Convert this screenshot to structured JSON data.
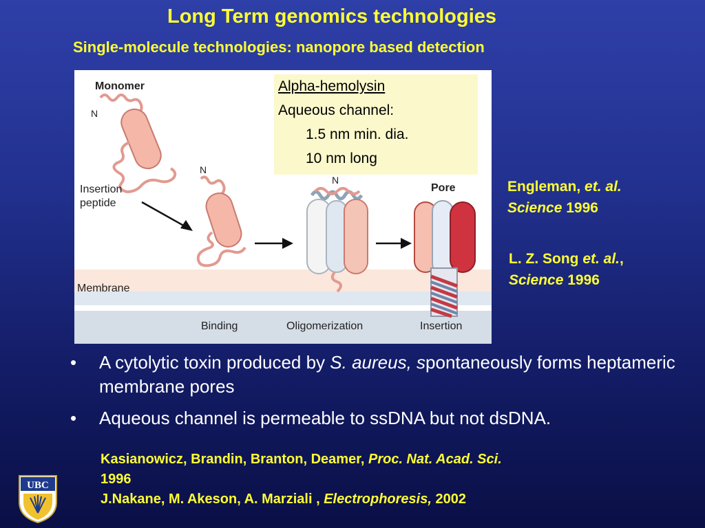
{
  "title": "Long Term genomics technologies",
  "subtitle": "Single-molecule technologies: nanopore based detection",
  "figure": {
    "labels": {
      "monomer": "Monomer",
      "n": "N",
      "insertion_peptide_1": "Insertion",
      "insertion_peptide_2": "peptide",
      "pore": "Pore",
      "membrane": "Membrane",
      "binding": "Binding",
      "oligomerization": "Oligomerization",
      "insertion": "Insertion"
    },
    "caption": {
      "heading": "Alpha-hemolysin",
      "line1": "Aqueous channel:",
      "line2": "1.5 nm min. dia.",
      "line3": "10 nm long"
    }
  },
  "refs": {
    "engleman": {
      "author": "Engleman,",
      "etal": "et. al.",
      "journal": "Science",
      "year": "1996"
    },
    "song": {
      "author": "L. Z. Song",
      "etal": "et. al.",
      "comma": ",",
      "journal": "Science",
      "year": "1996"
    }
  },
  "bullets": {
    "b1_part1": "A cytolytic toxin produced by ",
    "b1_italic": "S. aureus, s",
    "b1_part2": "pontaneously forms heptameric membrane pores",
    "b2": "Aqueous channel is permeable to ssDNA but not dsDNA."
  },
  "citations": {
    "c1_authors": "Kasianowicz, Brandin, Branton, Deamer, ",
    "c1_journal": "Proc. Nat. Acad. Sci.",
    "c1_year": "1996",
    "c2_authors": "J.Nakane, M. Akeson, A. Marziali , ",
    "c2_journal": "Electrophoresis,",
    "c2_year": " 2002"
  },
  "logo": {
    "text": "UBC"
  },
  "colors": {
    "accent": "#ffff33",
    "background": "#22318f",
    "caption_bg": "#fbf8cc"
  }
}
